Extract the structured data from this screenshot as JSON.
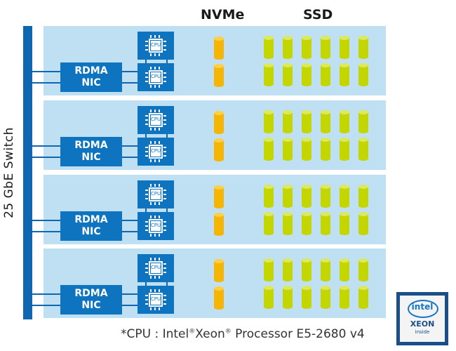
{
  "headers": {
    "nvme": "NVMe",
    "ssd": "SSD"
  },
  "switch": {
    "label": "25 GbE Switch"
  },
  "nic": {
    "line1": "RDMA",
    "line2": "NIC"
  },
  "cpu": {
    "label": "CPU"
  },
  "servers": [
    {
      "nvme_drives": 2,
      "ssd_drives": 12
    },
    {
      "nvme_drives": 2,
      "ssd_drives": 12
    },
    {
      "nvme_drives": 2,
      "ssd_drives": 12
    },
    {
      "nvme_drives": 2,
      "ssd_drives": 12
    }
  ],
  "footnote": {
    "prefix": "*CPU : Intel",
    "reg1": "®",
    "brand": "Xeon",
    "reg2": "®",
    "suffix": " Processor E5-2680 v4"
  },
  "badge": {
    "brand": "intel",
    "model": "XEON",
    "sub": "inside"
  },
  "colors": {
    "switch": "#0e67b0",
    "server_bg": "#bfe0f3",
    "nic": "#0e74bf",
    "nvme": "#f6b500",
    "ssd": "#c4d600"
  }
}
